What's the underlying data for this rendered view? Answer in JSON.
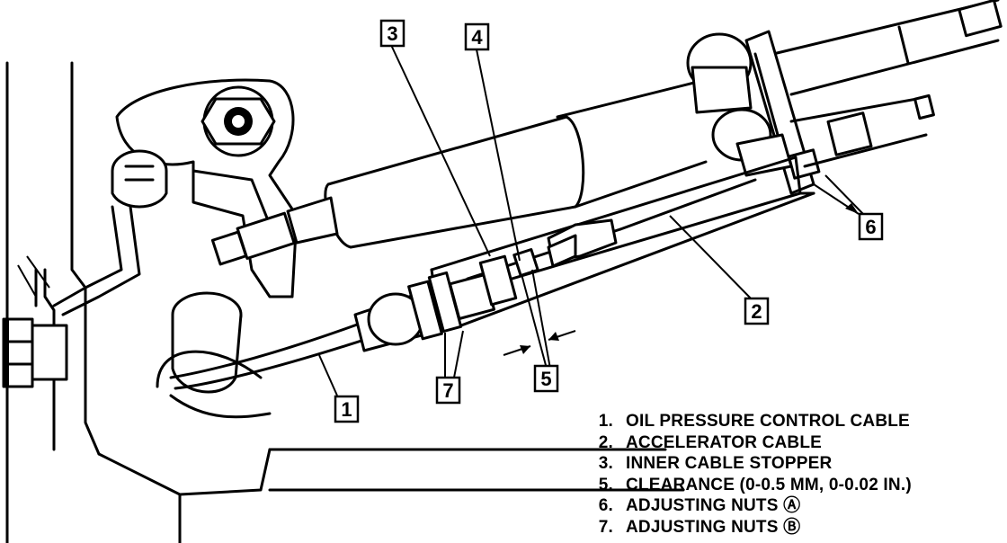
{
  "callouts": [
    {
      "number": "1"
    },
    {
      "number": "2"
    },
    {
      "number": "3"
    },
    {
      "number": "4"
    },
    {
      "number": "5"
    },
    {
      "number": "6"
    },
    {
      "number": "7"
    }
  ],
  "legend": [
    {
      "number": "1.",
      "text": "OIL PRESSURE CONTROL CABLE"
    },
    {
      "number": "2.",
      "text": "ACCELERATOR CABLE"
    },
    {
      "number": "3.",
      "text": "INNER CABLE STOPPER"
    },
    {
      "number": "5.",
      "text": "CLEARANCE (0-0.5 MM, 0-0.02 IN.)"
    },
    {
      "number": "6.",
      "text": "ADJUSTING NUTS Ⓐ"
    },
    {
      "number": "7.",
      "text": "ADJUSTING NUTS Ⓑ"
    }
  ]
}
